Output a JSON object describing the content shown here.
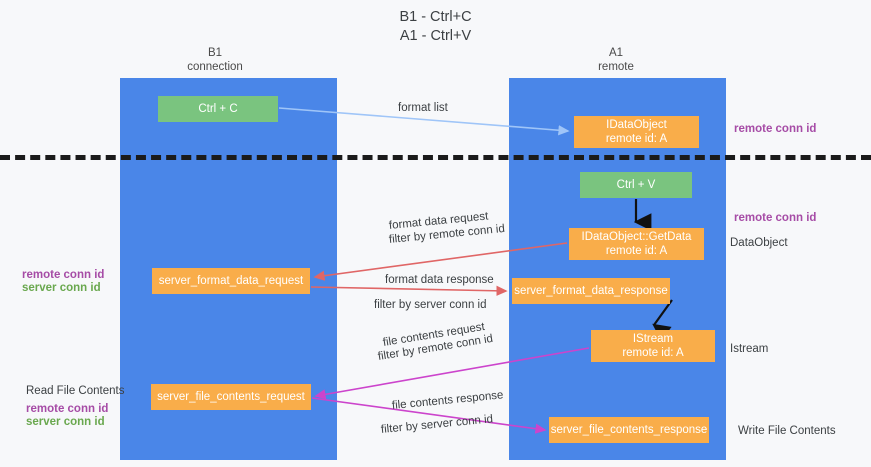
{
  "title": {
    "line1": "B1 - Ctrl+C",
    "line2": "A1 - Ctrl+V"
  },
  "columns": {
    "left": {
      "name": "B1",
      "role": "connection"
    },
    "right": {
      "name": "A1",
      "role": "remote"
    }
  },
  "nodes": {
    "ctrl_c": {
      "label": "Ctrl + C",
      "color": "#7ac47f"
    },
    "idataobject": {
      "line1": "IDataObject",
      "line2": "remote id: A",
      "color": "#f9ad4a"
    },
    "ctrl_v": {
      "label": "Ctrl + V",
      "color": "#7ac47f"
    },
    "getdata": {
      "line1": "IDataObject::GetData",
      "line2": "remote id: A",
      "color": "#f9ad4a"
    },
    "server_format_data_request": {
      "label": "server_format_data_request",
      "color": "#f9ad4a"
    },
    "server_format_data_response": {
      "label": "server_format_data_response",
      "color": "#f9ad4a"
    },
    "istream": {
      "line1": "IStream",
      "line2": "remote id: A",
      "color": "#f9ad4a"
    },
    "server_file_contents_request": {
      "label": "server_file_contents_request",
      "color": "#f9ad4a"
    },
    "server_file_contents_response": {
      "label": "server_file_contents_response",
      "color": "#f9ad4a"
    }
  },
  "edges": {
    "format_list": {
      "label": "format list",
      "color": "#9fc5f8"
    },
    "format_data_request": {
      "label": "format data request",
      "filter_prefix": "filter by ",
      "filter_key": "remote conn id",
      "color": "#e06666"
    },
    "format_data_response": {
      "label": "format data response",
      "filter_prefix": "filter by ",
      "filter_key": "server conn id",
      "color": "#e06666"
    },
    "file_contents_request": {
      "label": "file contents request",
      "filter_prefix": "filter by ",
      "filter_key": "remote conn id",
      "color": "#cc44cc"
    },
    "file_contents_response": {
      "label": "file contents response",
      "filter_prefix": "filter by ",
      "filter_key": "server conn id",
      "color": "#cc44cc"
    }
  },
  "annotations": {
    "remote_conn_id_top": "remote conn id",
    "remote_conn_id_mid": "remote conn id",
    "dataobject": "DataObject",
    "istream": "Istream",
    "write_file_contents": "Write File Contents",
    "read_file_contents": "Read File Contents",
    "left_remote_conn_id_mid": "remote conn id",
    "left_server_conn_id_mid": "server conn id",
    "left_remote_conn_id_bottom": "remote conn id",
    "left_server_conn_id_bottom": "server conn id"
  },
  "colors": {
    "lane": "#4a86e8",
    "green_node": "#7ac47f",
    "orange_node": "#f9ad4a",
    "purple_text": "#a64ca6",
    "green_text": "#6aa84f",
    "red_edge": "#e06666",
    "magenta_edge": "#cc44cc",
    "light_blue_edge": "#9fc5f8",
    "separator": "#1b1b1b",
    "background": "#f7f8fa"
  }
}
